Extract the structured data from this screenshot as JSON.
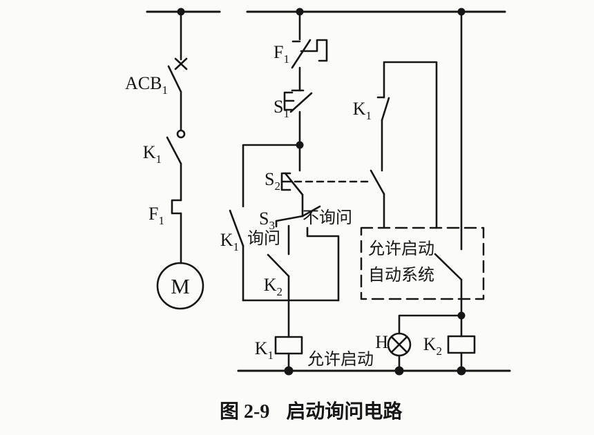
{
  "figure": {
    "colors": {
      "ink": "#161616",
      "paper": "#fbfbf9"
    },
    "caption": {
      "prefix": "图 2-9",
      "title": "启动询问电路"
    },
    "labels": {
      "acb1": {
        "base": "ACB",
        "sub": "1"
      },
      "k1_main": {
        "base": "K",
        "sub": "1"
      },
      "f1_main": {
        "base": "F",
        "sub": "1"
      },
      "motor": "M",
      "f1_ctrl": {
        "base": "F",
        "sub": "1"
      },
      "s1": {
        "base": "S",
        "sub": "1"
      },
      "s2": {
        "base": "S",
        "sub": "2"
      },
      "s3": {
        "base": "S",
        "sub": "3"
      },
      "k1_seal": {
        "base": "K",
        "sub": "1"
      },
      "k2_contact": {
        "base": "K",
        "sub": "2"
      },
      "k1_right": {
        "base": "K",
        "sub": "1"
      },
      "k1_coil": {
        "base": "K",
        "sub": "1"
      },
      "k2_coil": {
        "base": "K",
        "sub": "2"
      },
      "h_lamp": "H",
      "inquire": "询问",
      "no_inquire": "不询问",
      "allow_start_note": "允许启动",
      "auto_box_line1": "允许启动",
      "auto_box_line2": "自动系统"
    }
  }
}
